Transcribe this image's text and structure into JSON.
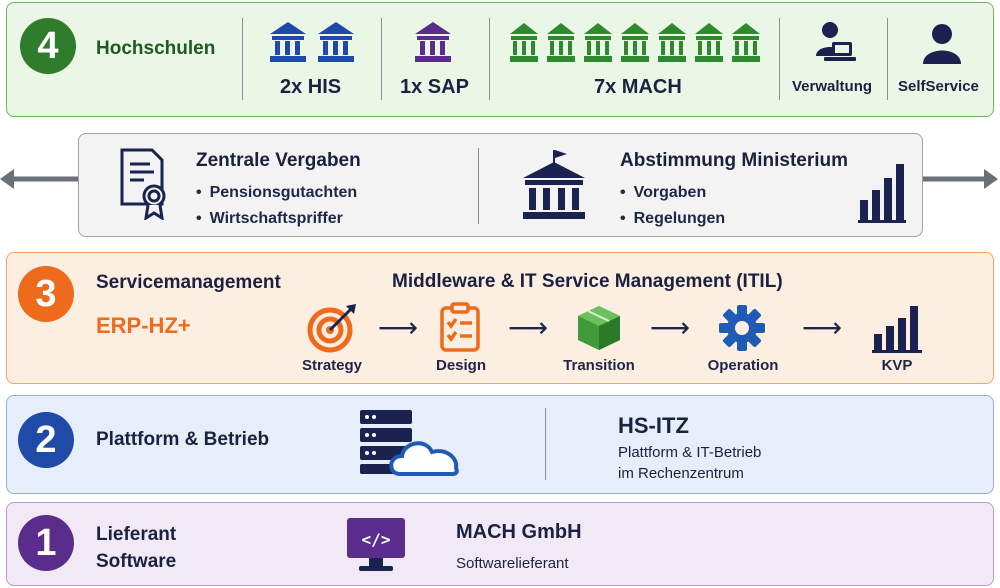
{
  "layer4": {
    "number": "4",
    "title": "Hochschulen",
    "groups": [
      {
        "label": "2x HIS",
        "color": "#1f4aa8"
      },
      {
        "label": "1x SAP",
        "color": "#5a2d8c"
      },
      {
        "label": "7x MACH",
        "color": "#2f8a2f"
      }
    ],
    "roles": [
      {
        "label": "Verwaltung"
      },
      {
        "label": "SelfService"
      }
    ]
  },
  "central": {
    "left_title": "Zentrale Vergaben",
    "left_items": [
      "Pensionsgutachten",
      "Wirtschaftspriffer"
    ],
    "right_title": "Abstimmung Ministerium",
    "right_items": [
      "Vorgaben",
      "Regelungen"
    ]
  },
  "layer3": {
    "number": "3",
    "title": "Servicemanagement",
    "subtitle": "ERP-HZ+",
    "process_title": "Middleware & IT Service Management (ITIL)",
    "steps": [
      {
        "label": "Strategy"
      },
      {
        "label": "Design"
      },
      {
        "label": "Transition"
      },
      {
        "label": "Operation"
      },
      {
        "label": "KVP"
      }
    ]
  },
  "layer2": {
    "number": "2",
    "title": "Plattform & Betrieb",
    "org": "HS-ITZ",
    "desc_line1": "Plattform & IT-Betrieb",
    "desc_line2": "im Rechenzentrum"
  },
  "layer1": {
    "number": "1",
    "title_line1": "Lieferant",
    "title_line2": "Software",
    "org": "MACH GmbH",
    "desc": "Softwarelieferant"
  },
  "colors": {
    "green": "#2f8a2f",
    "orange": "#ee6a1c",
    "blue": "#1f4aa8",
    "purple": "#5a2d8c",
    "navy": "#1a2250"
  }
}
